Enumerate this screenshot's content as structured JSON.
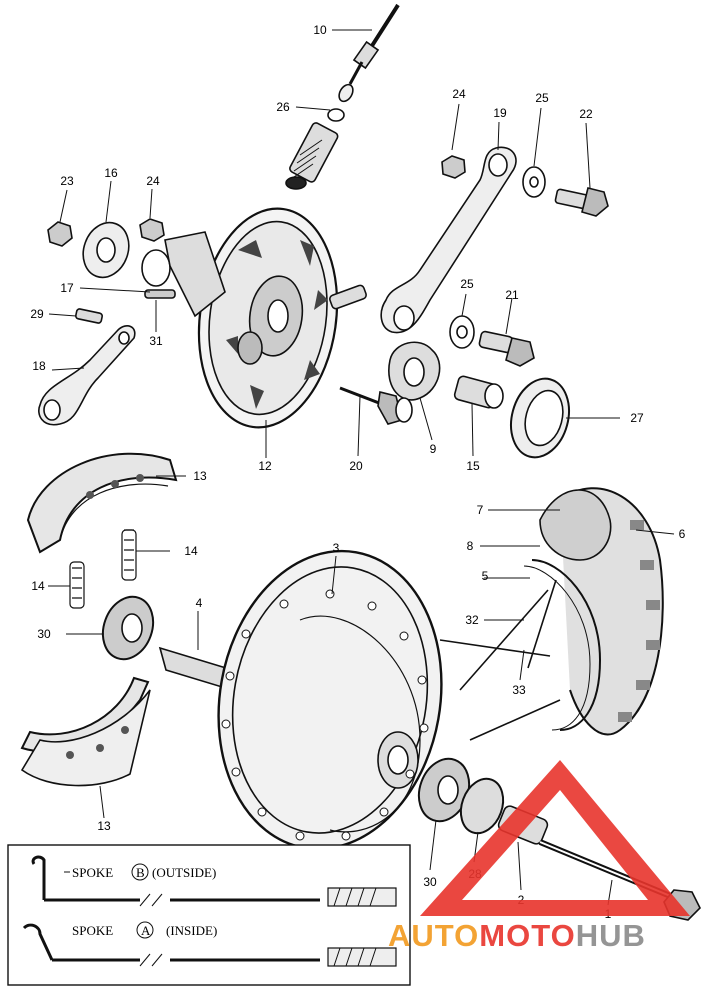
{
  "callouts": [
    {
      "id": "c10",
      "label": "10"
    },
    {
      "id": "c26",
      "label": "26"
    },
    {
      "id": "c24a",
      "label": "24"
    },
    {
      "id": "c19",
      "label": "19"
    },
    {
      "id": "c25a",
      "label": "25"
    },
    {
      "id": "c22",
      "label": "22"
    },
    {
      "id": "c23",
      "label": "23"
    },
    {
      "id": "c16",
      "label": "16"
    },
    {
      "id": "c24b",
      "label": "24"
    },
    {
      "id": "c17",
      "label": "17"
    },
    {
      "id": "c29",
      "label": "29"
    },
    {
      "id": "c31",
      "label": "31"
    },
    {
      "id": "c18",
      "label": "18"
    },
    {
      "id": "c25b",
      "label": "25"
    },
    {
      "id": "c21",
      "label": "21"
    },
    {
      "id": "c12",
      "label": "12"
    },
    {
      "id": "c20",
      "label": "20"
    },
    {
      "id": "c9",
      "label": "9"
    },
    {
      "id": "c15",
      "label": "15"
    },
    {
      "id": "c27",
      "label": "27"
    },
    {
      "id": "c13a",
      "label": "13"
    },
    {
      "id": "c14a",
      "label": "14"
    },
    {
      "id": "c14b",
      "label": "14"
    },
    {
      "id": "c3",
      "label": "3"
    },
    {
      "id": "c7",
      "label": "7"
    },
    {
      "id": "c6",
      "label": "6"
    },
    {
      "id": "c8",
      "label": "8"
    },
    {
      "id": "c5",
      "label": "5"
    },
    {
      "id": "c32",
      "label": "32"
    },
    {
      "id": "c33",
      "label": "33"
    },
    {
      "id": "c4",
      "label": "4"
    },
    {
      "id": "c30a",
      "label": "30"
    },
    {
      "id": "c13b",
      "label": "13"
    },
    {
      "id": "c30b",
      "label": "30"
    },
    {
      "id": "c28",
      "label": "28"
    },
    {
      "id": "c2",
      "label": "2"
    },
    {
      "id": "c1",
      "label": "1"
    }
  ],
  "legend": {
    "spoke_b_word": "SPOKE",
    "spoke_b_letter": "B",
    "spoke_b_pos": "OUTSIDE",
    "spoke_a_word": "SPOKE",
    "spoke_a_letter": "A",
    "spoke_a_pos": "INSIDE"
  },
  "watermark": {
    "part1": "AUTO",
    "part2": "MOTO",
    "part3": "HUB",
    "color_red": "#e8342c",
    "color_orange": "#f29a1f",
    "color_gray": "#8a8a8a"
  }
}
